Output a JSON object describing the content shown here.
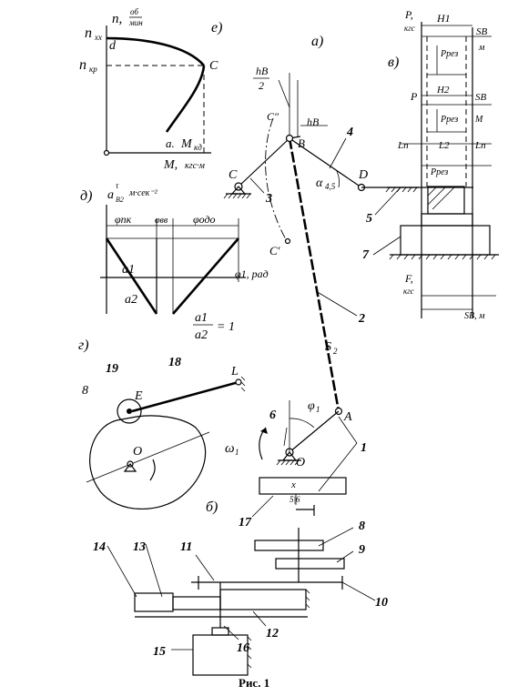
{
  "caption": "Рис. 1",
  "graph_e": {
    "section_label": "е)",
    "y_axis_label": "n, об/мин",
    "y_axis_label_n": "n,",
    "y_axis_label_unit_top": "об",
    "y_axis_label_unit_bottom": "мин",
    "n_xx_label": "n",
    "n_xx_sub": "хх",
    "n_kr_label": "n",
    "n_kr_sub": "кр",
    "point_d": "d",
    "point_c": "C",
    "point_a": "a.",
    "m_kd_label": "M",
    "m_kd_sub": "кд",
    "x_axis_label": "М, кгс·м",
    "x_axis_label_m": "M,",
    "x_axis_label_unit": "кгс·м"
  },
  "mechanism_a": {
    "section_label": "а)",
    "hb_over_2": "hB",
    "hb_over_2_den": "2",
    "hb_label": "hB",
    "point_c2": "C″",
    "point_b": "B",
    "point_c": "C",
    "point_c1": "C′",
    "point_d": "D",
    "point_a": "A",
    "point_o": "O",
    "alpha_label": "α",
    "alpha_sub": "4,5",
    "phi_label": "φ",
    "phi_sub": "1",
    "s2_label": "S",
    "s2_sub": "2",
    "omega_label": "ω",
    "omega_sub": "1",
    "numbers": [
      "1",
      "2",
      "3",
      "4",
      "5",
      "6",
      "7"
    ]
  },
  "graph_v": {
    "section_label": "в)",
    "p_label": "P,",
    "p_unit": "кгс",
    "h1_label": "H1",
    "s_b_label": "SB",
    "m_label": "м",
    "p_pez1": "Pрез",
    "p_mid": "P",
    "h2_label": "H2",
    "s_b2": "SB",
    "m_label2": "M",
    "p_pez2": "Pрез",
    "l_n": "Ln",
    "l_2": "L2",
    "l_n2": "Ln",
    "p_pez3": "Pрез",
    "f_label": "F,",
    "f_unit": "кгс",
    "s_b_m": "SB, м"
  },
  "graph_d": {
    "section_label": "д)",
    "a_label": "a",
    "a_sup": "τ",
    "a_sub": "B2",
    "a_unit": "м·сек⁻²",
    "phi_pk": "φпк",
    "phi_bb": "φвв",
    "phi_obo": "φодо",
    "a1": "a1",
    "a2": "a2",
    "phi_rad": "φ1, рад",
    "ratio_num": "a1",
    "ratio_den": "a2",
    "ratio_eq": "= 1"
  },
  "cam_g": {
    "section_label": "г)",
    "label_19": "19",
    "label_18": "18",
    "label_e": "E",
    "label_l": "L",
    "label_8": "8",
    "label_o": "O"
  },
  "gear_b": {
    "section_label": "б)",
    "labels": [
      "17",
      "8",
      "9",
      "10",
      "11",
      "12",
      "13",
      "14",
      "15",
      "16"
    ],
    "x_label": "x",
    "pair_label": "5|6"
  }
}
